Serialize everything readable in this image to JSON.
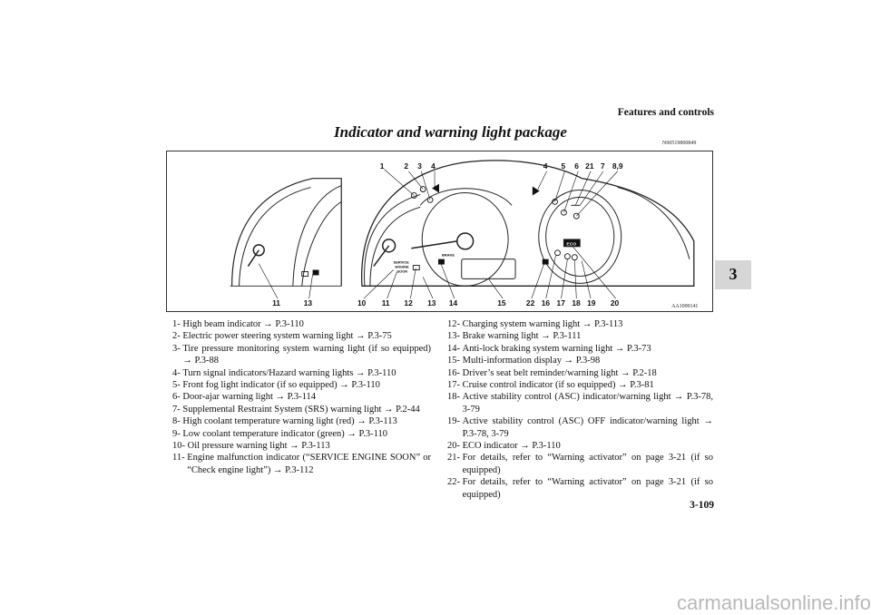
{
  "header": {
    "section": "Features and controls"
  },
  "chapter_tab": {
    "number": "3"
  },
  "title": "Indicator and warning light package",
  "doc_code": "N00519800849",
  "figure": {
    "id": "AA1009141",
    "callouts_top": [
      "1",
      "2",
      "3",
      "4",
      "4",
      "5",
      "6",
      "21",
      "7",
      "8,9"
    ],
    "callouts_bottom_left": [
      "11",
      "13"
    ],
    "callouts_bottom": [
      "10",
      "11",
      "12",
      "13",
      "14",
      "15",
      "22",
      "16",
      "17",
      "18",
      "19",
      "20"
    ],
    "panel_text": {
      "brake": "BRAKE",
      "eco": "ECO",
      "service1": "SERVICE",
      "service2": "ENGINE",
      "service3": "SOON"
    }
  },
  "items_left": [
    {
      "n": "1- ",
      "t": "High beam indicator → P.3-110"
    },
    {
      "n": "2- ",
      "t": "Electric power steering system warning light → P.3-75"
    },
    {
      "n": "3- ",
      "t": "Tire pressure monitoring system warning light (if so equipped) → P.3-88"
    },
    {
      "n": "4- ",
      "t": "Turn signal indicators/Hazard warning lights → P.3-110"
    },
    {
      "n": "5- ",
      "t": "Front fog light indicator (if so equipped) → P.3-110"
    },
    {
      "n": "6- ",
      "t": "Door-ajar warning light → P.3-114"
    },
    {
      "n": "7- ",
      "t": "Supplemental Restraint System (SRS) warning light → P.2-44"
    },
    {
      "n": "8- ",
      "t": "High coolant temperature warning light (red) → P.3-113"
    },
    {
      "n": "9- ",
      "t": "Low coolant temperature indicator (green) → P.3-110"
    },
    {
      "n": "10- ",
      "t": "Oil pressure warning light → P.3-113"
    },
    {
      "n": "11- ",
      "t": "Engine malfunction indicator (“SERVICE ENGINE SOON” or “Check engine light”) → P.3-112"
    }
  ],
  "items_right": [
    {
      "n": "12- ",
      "t": "Charging system warning light → P.3-113"
    },
    {
      "n": "13- ",
      "t": "Brake warning light → P.3-111"
    },
    {
      "n": "14- ",
      "t": "Anti-lock braking system warning light → P.3-73"
    },
    {
      "n": "15- ",
      "t": "Multi-information display → P.3-98"
    },
    {
      "n": "16- ",
      "t": "Driver’s seat belt reminder/warning light → P.2-18"
    },
    {
      "n": "17- ",
      "t": "Cruise control indicator (if so equipped) → P.3-81"
    },
    {
      "n": "18- ",
      "t": "Active stability control (ASC) indicator/warning light → P.3-78, 3-79"
    },
    {
      "n": "19- ",
      "t": "Active stability control (ASC) OFF indicator/warning light → P.3-78, 3-79"
    },
    {
      "n": "20- ",
      "t": "ECO indicator → P.3-110"
    },
    {
      "n": "21- ",
      "t": "For details, refer to “Warning activator” on page 3-21 (if so equipped)"
    },
    {
      "n": "22- ",
      "t": "For details, refer to “Warning activator” on page 3-21 (if so equipped)"
    }
  ],
  "page_number": "3-109",
  "watermark": "carmanualsonline.info"
}
